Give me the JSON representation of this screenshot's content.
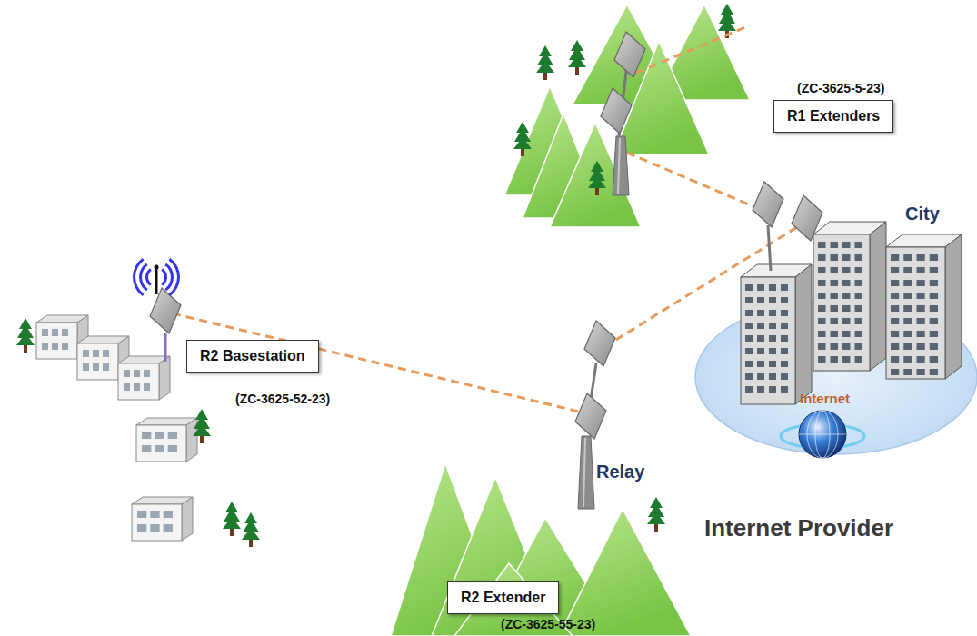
{
  "diagram": {
    "nodes": [
      {
        "text": [
          "R1 Extenders",
          "(ZC-3625-5-23)"
        ]
      },
      {
        "text": [
          "R2 Basestation",
          "(ZC-3625-52-23)"
        ]
      },
      {
        "text": [
          "Internet"
        ]
      },
      {
        "text": [
          "R2 Extender",
          "(ZC-3625-55-23)"
        ]
      }
    ],
    "labels": [
      "City",
      "Relay",
      "Internet Provider"
    ]
  }
}
